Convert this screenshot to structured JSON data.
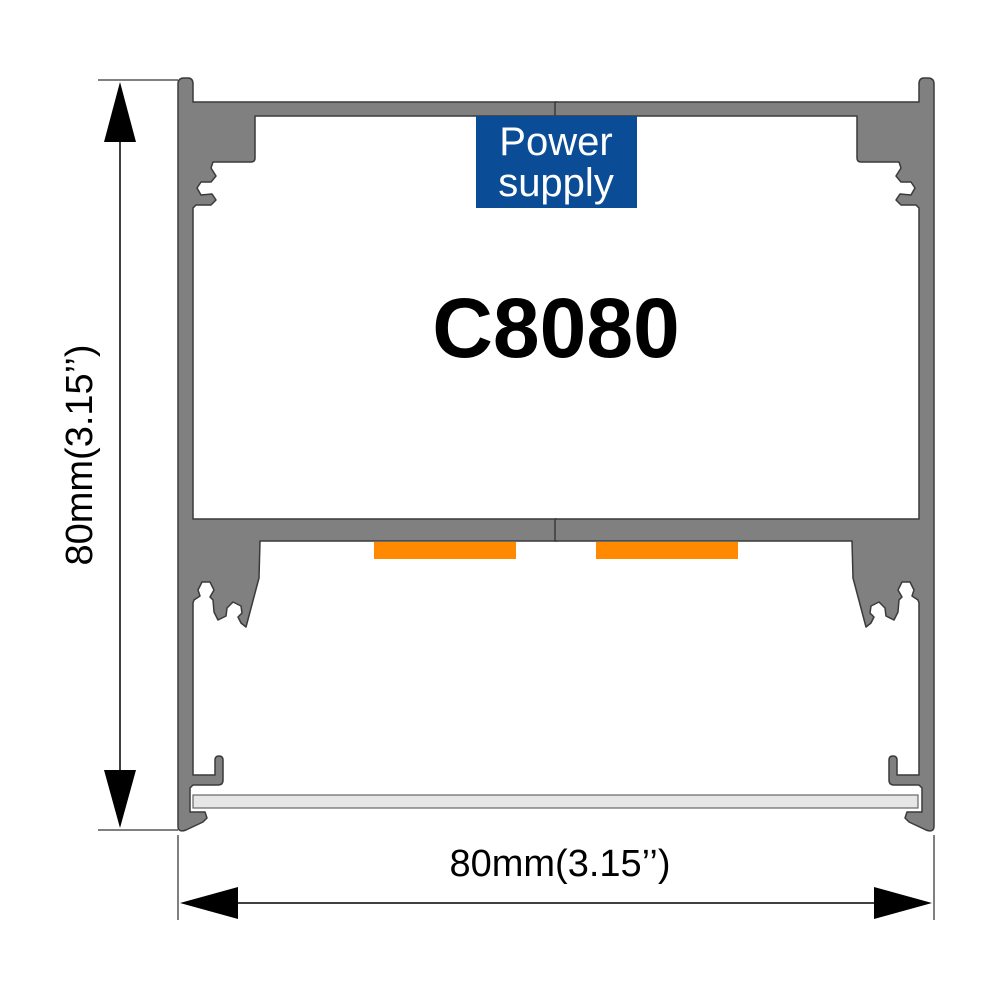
{
  "diagram": {
    "model_label": "C8080",
    "power_supply_label": {
      "line1": "Power",
      "line2": "supply"
    },
    "height_dimension": "80mm(3.15’’)",
    "width_dimension": "80mm(3.15’’)"
  },
  "colors": {
    "profile": "#808080",
    "power_supply_box": "#0a4c96",
    "led_strip": "#ff8a00",
    "diffuser": "#e6e6e6"
  }
}
